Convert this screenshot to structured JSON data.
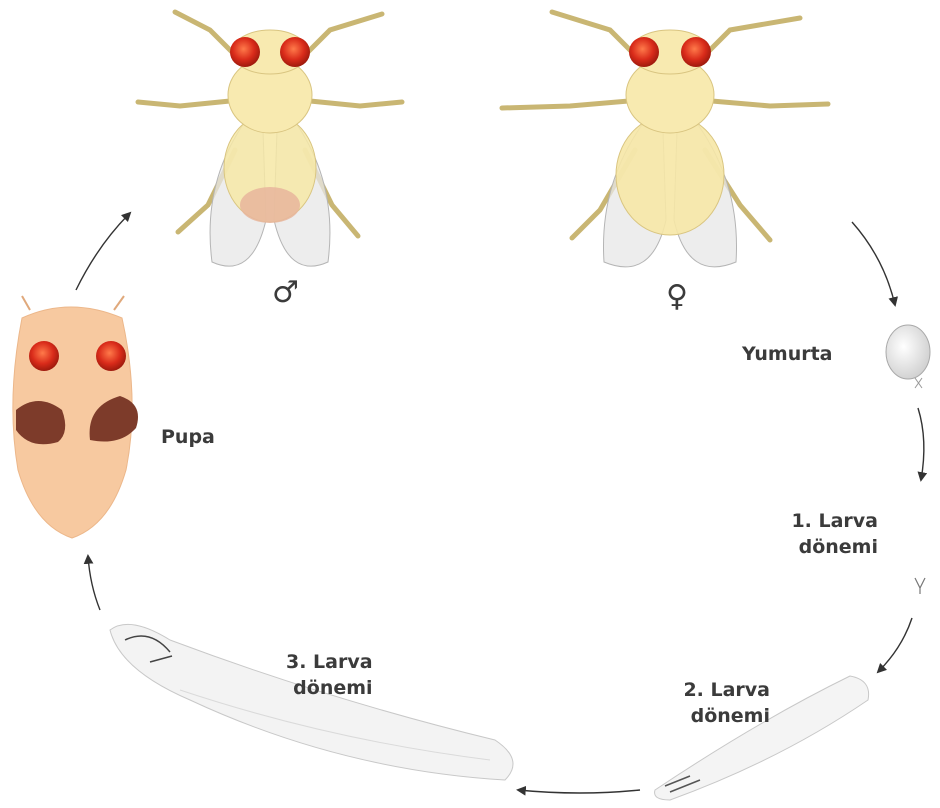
{
  "stages": {
    "egg": "Yumurta",
    "larva1_line1": "1. Larva",
    "larva1_line2": "dönemi",
    "larva2_line1": "2. Larva",
    "larva2_line2": "dönemi",
    "larva3_line1": "3. Larva",
    "larva3_line2": "dönemi",
    "pupa": "Pupa"
  },
  "adults": {
    "male_symbol": "♂",
    "female_symbol": "♀"
  },
  "colors": {
    "eye": "#d92b1a",
    "fly_body": "#f6e7a6",
    "pupa": "#f7c9a0",
    "arrow": "#333333",
    "text": "#3b3b3b"
  }
}
